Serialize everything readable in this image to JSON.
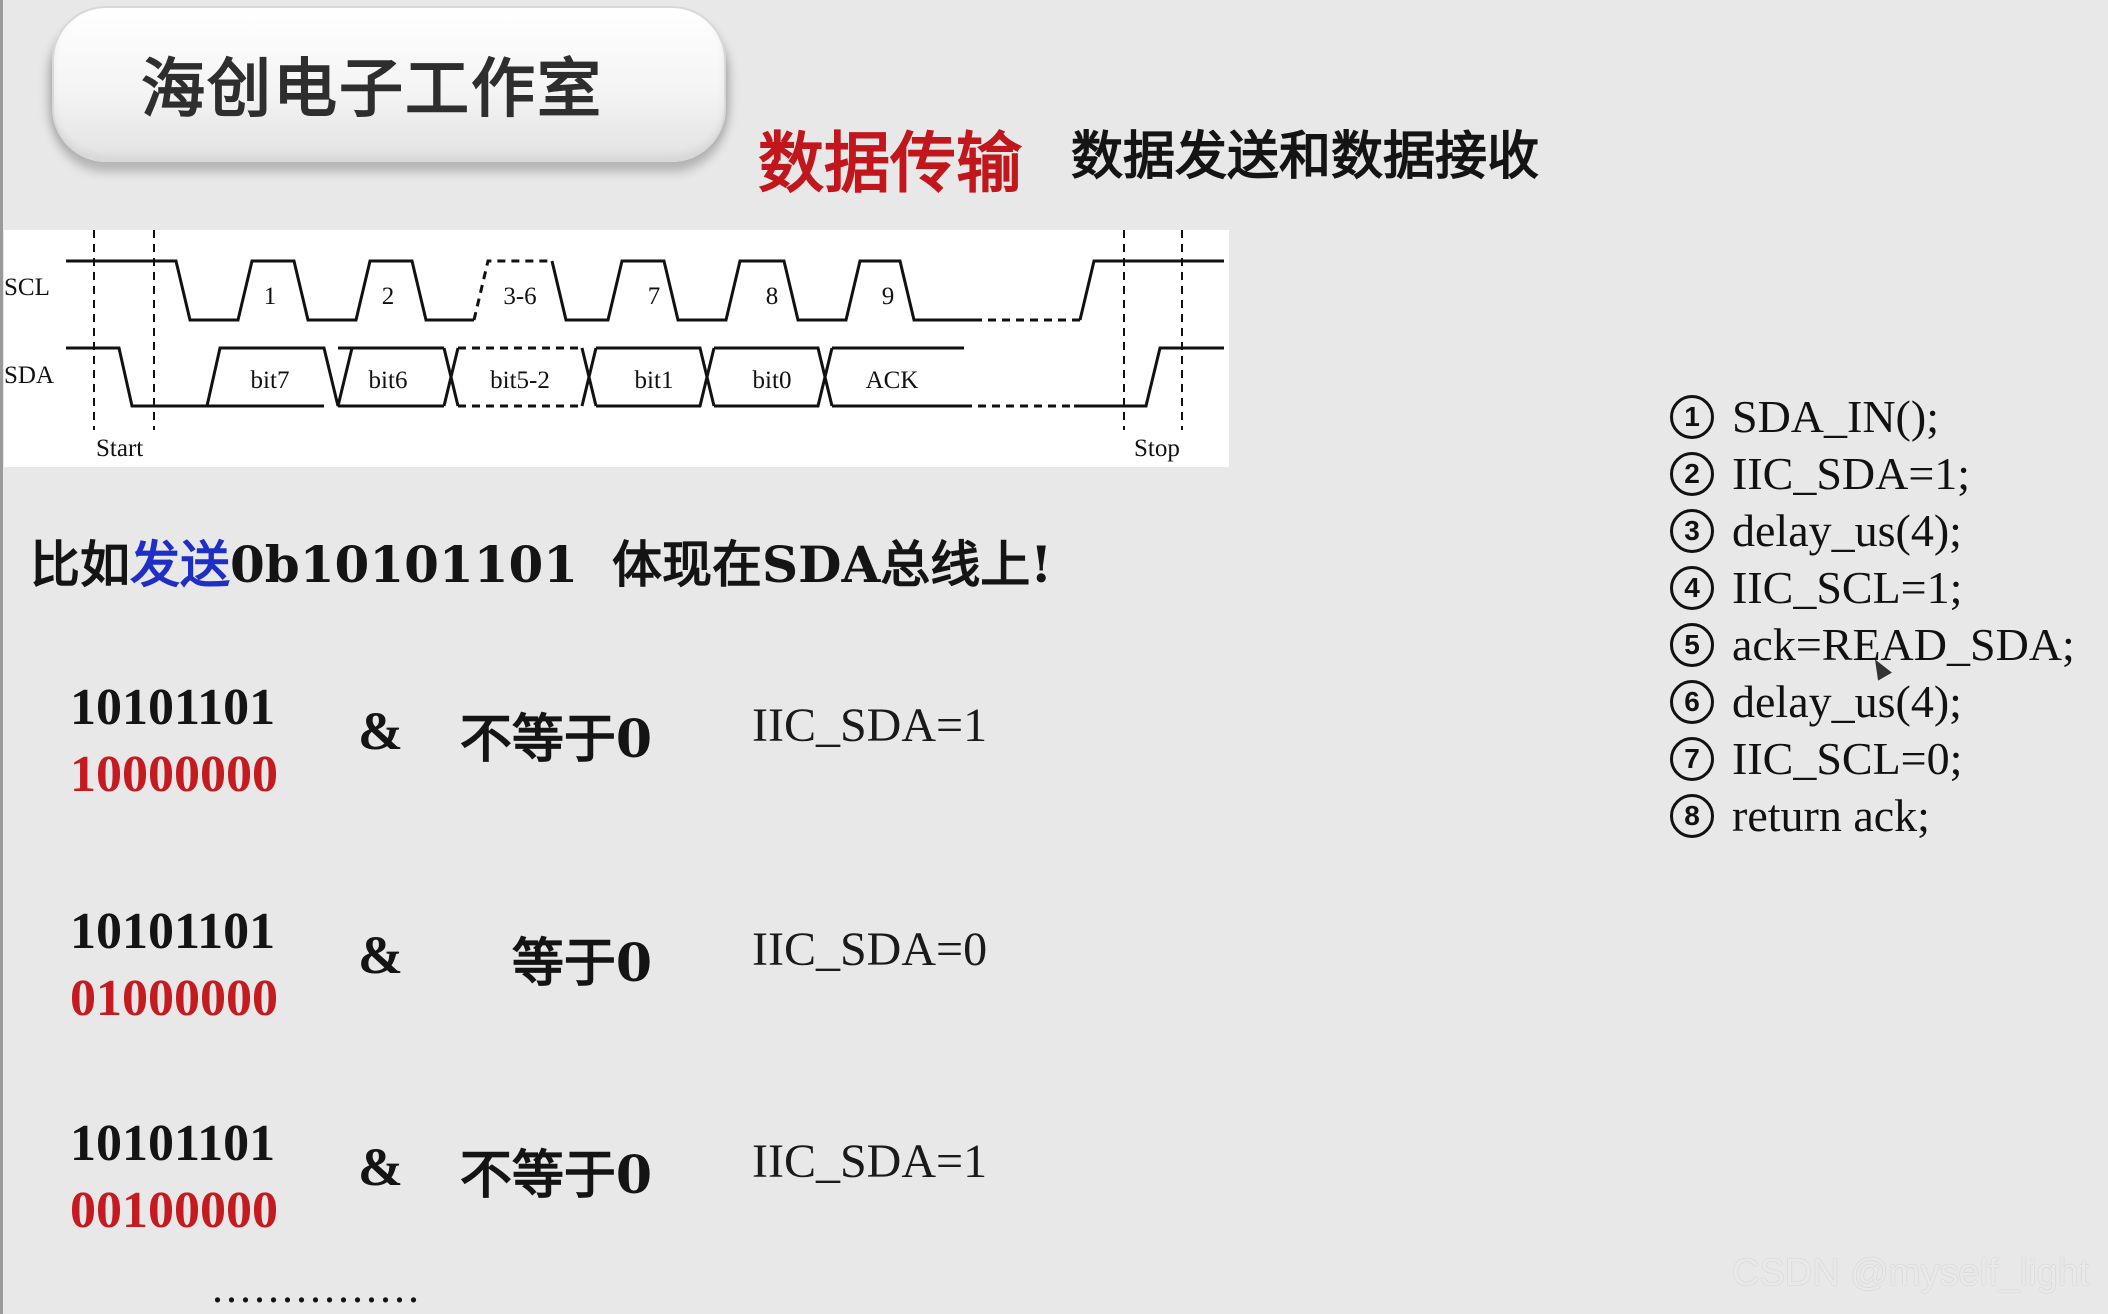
{
  "title_card": {
    "text": "海创电子工作室"
  },
  "heading": {
    "main": "数据传输",
    "sub": "数据发送和数据接收"
  },
  "timing_diagram": {
    "signals": [
      "SCL",
      "SDA"
    ],
    "scl_clock_labels": [
      "1",
      "2",
      "3-6",
      "7",
      "8",
      "9"
    ],
    "sda_bit_labels": [
      "bit7",
      "bit6",
      "bit5-2",
      "bit1",
      "bit0",
      "ACK"
    ],
    "markers": {
      "start": "Start",
      "stop": "Stop"
    }
  },
  "example": {
    "prefix": "比如",
    "verb": "发送",
    "value": "0b10101101",
    "reflect": "体现在SDA总线上!",
    "rows": [
      {
        "data": "10101101",
        "mask": "10000000",
        "op": "&",
        "cond": "不等于0",
        "result": "IIC_SDA=1"
      },
      {
        "data": "10101101",
        "mask": "01000000",
        "op": "&",
        "cond": "等于0",
        "result": "IIC_SDA=0"
      },
      {
        "data": "10101101",
        "mask": "00100000",
        "op": "&",
        "cond": "不等于0",
        "result": "IIC_SDA=1"
      }
    ],
    "ellipsis": "..............."
  },
  "code_steps": [
    {
      "num": "1",
      "code": "SDA_IN();"
    },
    {
      "num": "2",
      "code": "IIC_SDA=1;"
    },
    {
      "num": "3",
      "code": "delay_us(4);"
    },
    {
      "num": "4",
      "code": "IIC_SCL=1;"
    },
    {
      "num": "5",
      "code": "ack=READ_SDA;"
    },
    {
      "num": "6",
      "code": "delay_us(4);"
    },
    {
      "num": "7",
      "code": "IIC_SCL=0;"
    },
    {
      "num": "8",
      "code": "return ack;"
    }
  ],
  "watermark": "CSDN @myself_light"
}
